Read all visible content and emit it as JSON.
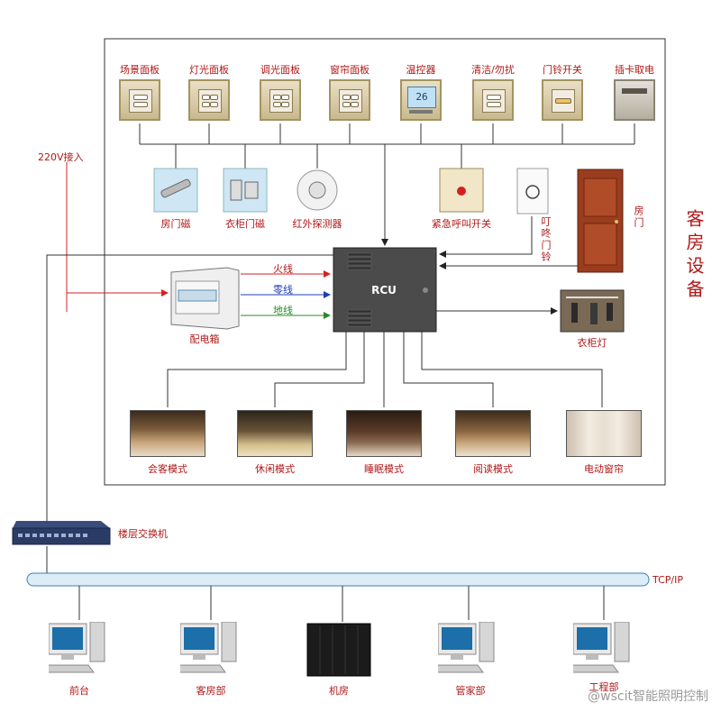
{
  "panels": [
    {
      "label": "场景面板"
    },
    {
      "label": "灯光面板"
    },
    {
      "label": "调光面板"
    },
    {
      "label": "窗帘面板"
    },
    {
      "label": "温控器",
      "display": "26"
    },
    {
      "label": "清洁/勿扰"
    },
    {
      "label": "门铃开关"
    },
    {
      "label": "插卡取电"
    }
  ],
  "sensors": [
    {
      "label": "房门磁"
    },
    {
      "label": "衣柜门磁"
    },
    {
      "label": "红外探测器"
    },
    {
      "label": "紧急呼叫开关"
    }
  ],
  "doorbell_label": "叮咚门铃",
  "door_label": "房门",
  "room_device_title": "客房设备",
  "power_input": "220V接入",
  "distribution_box": "配电箱",
  "wires": {
    "fire": "火线",
    "neutral": "零线",
    "ground": "地线"
  },
  "rcu_label": "RCU",
  "wardrobe_light": "衣柜灯",
  "modes": [
    {
      "label": "会客模式"
    },
    {
      "label": "休闲模式"
    },
    {
      "label": "睡眠模式"
    },
    {
      "label": "阅读模式"
    },
    {
      "label": "电动窗帘"
    }
  ],
  "floor_switch": "楼层交换机",
  "network_bus": "TCP/IP",
  "terminals": [
    {
      "label": "前台"
    },
    {
      "label": "客房部"
    },
    {
      "label": "机房"
    },
    {
      "label": "管家部"
    },
    {
      "label": "工程部"
    }
  ],
  "watermark": "@wscit智能照明控制",
  "colors": {
    "label_red": "#b01818",
    "fire": "#d42020",
    "neutral": "#1f3db8",
    "ground": "#2a8a2a"
  }
}
